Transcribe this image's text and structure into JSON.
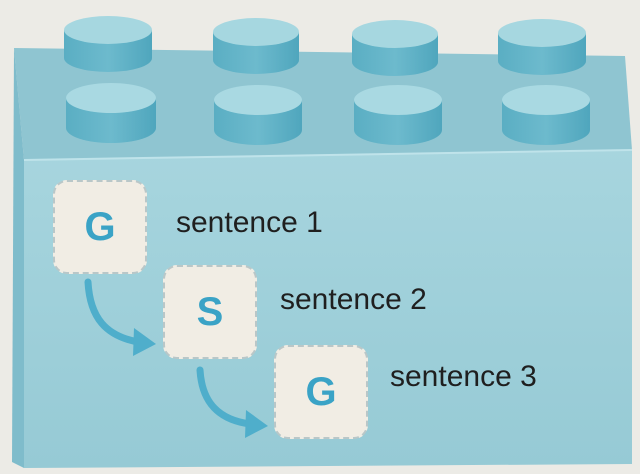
{
  "colors": {
    "brick_face": "#9ed0da",
    "brick_top": "#8ec6d2",
    "stud_top": "#a4d6df",
    "stud_side": "#5fb1c6",
    "tile_bg": "#f1ede4",
    "letter": "#3aa3c6",
    "arrow": "#4faecb",
    "text": "#1f1f1f"
  },
  "steps": [
    {
      "letter": "G",
      "label": "sentence 1"
    },
    {
      "letter": "S",
      "label": "sentence 2"
    },
    {
      "letter": "G",
      "label": "sentence 3"
    }
  ]
}
